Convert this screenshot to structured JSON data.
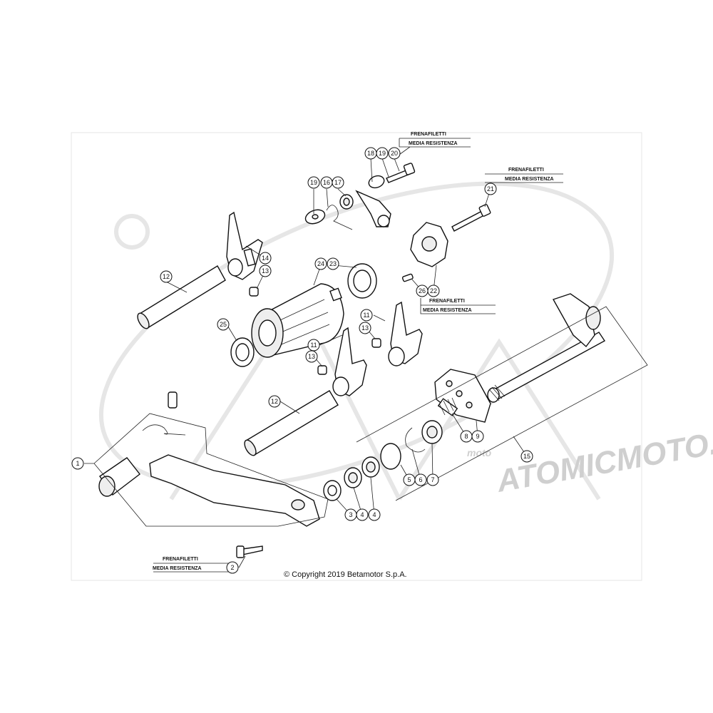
{
  "copyright": "© Copyright 2019 Betamotor S.p.A.",
  "watermark_text": "ATOMICMOTO.F",
  "watermark_small": "moto",
  "note_line1": "FRENAFILETTI",
  "note_line2": "MEDIA RESISTENZA",
  "callout_numbers": [
    "1",
    "2",
    "3",
    "4",
    "4",
    "5",
    "6",
    "7",
    "8",
    "9",
    "11",
    "11",
    "12",
    "12",
    "13",
    "13",
    "13",
    "14",
    "15",
    "16",
    "17",
    "18",
    "19",
    "19",
    "20",
    "21",
    "22",
    "23",
    "24",
    "25",
    "26"
  ]
}
